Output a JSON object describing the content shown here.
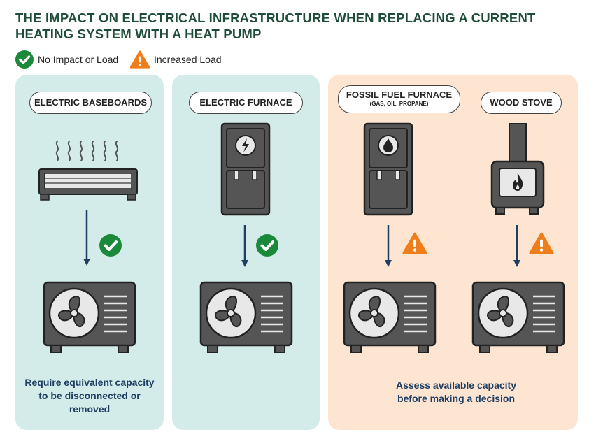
{
  "title": "THE IMPACT ON ELECTRICAL INFRASTRUCTURE WHEN REPLACING A CURRENT HEATING SYSTEM WITH A HEAT PUMP",
  "legend": {
    "no_impact": {
      "label": "No Impact or Load",
      "icon": "check-circle-icon",
      "color": "#1a8a3a"
    },
    "increased": {
      "label": "Increased Load",
      "icon": "warning-triangle-icon",
      "color": "#ef7d1a"
    }
  },
  "colors": {
    "teal_panel": "#d4ece9",
    "peach_panel": "#fde5d1",
    "arrow": "#1e3f63"
  },
  "systems": [
    {
      "label": "ELECTRIC BASEBOARDS",
      "impact": "no-impact"
    },
    {
      "label": "ELECTRIC FURNACE",
      "impact": "no-impact"
    },
    {
      "label": "FOSSIL FUEL FURNACE",
      "sublabel": "(GAS, OIL, PROPANE)",
      "impact": "increased-load"
    },
    {
      "label": "WOOD STOVE",
      "impact": "increased-load"
    }
  ],
  "captions": {
    "no_impact": "Require equivalent capacity to be disconnected or removed",
    "increased": "Assess available capacity before making a decision"
  }
}
